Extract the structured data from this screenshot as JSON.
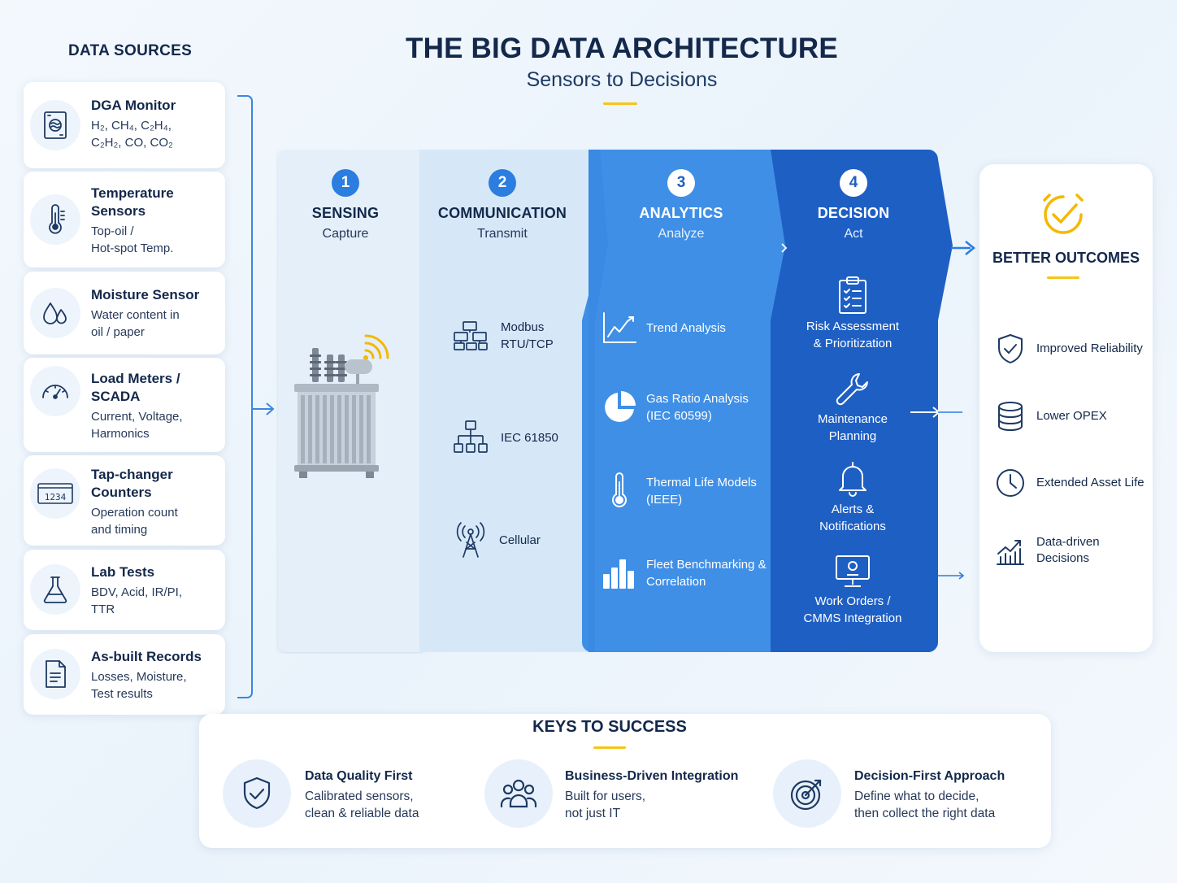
{
  "title": "THE BIG DATA ARCHITECTURE",
  "subtitle": "Sensors to Decisions",
  "colors": {
    "navy": "#13284a",
    "gold": "#f5c518",
    "sensing_bg": "#e4eff9",
    "communication_bg": "#d6e8f8",
    "analytics_bg": "#3f8fe6",
    "decision_bg": "#1e5fc4",
    "accent_blue": "#2b7de0"
  },
  "data_sources": {
    "title": "DATA SOURCES",
    "items": [
      {
        "icon": "dga-monitor-icon",
        "title": "DGA Monitor",
        "desc_line1": "H₂, CH₄, C₂H₄,",
        "desc_line2": "C₂H₂, CO, CO₂"
      },
      {
        "icon": "thermometer-icon",
        "title_line1": "Temperature",
        "title_line2": "Sensors",
        "desc_line1": "Top-oil /",
        "desc_line2": "Hot-spot Temp."
      },
      {
        "icon": "water-drops-icon",
        "title": "Moisture Sensor",
        "desc_line1": "Water content in",
        "desc_line2": "oil / paper"
      },
      {
        "icon": "gauge-icon",
        "title_line1": "Load Meters /",
        "title_line2": "SCADA",
        "desc_line1": "Current, Voltage,",
        "desc_line2": "Harmonics"
      },
      {
        "icon": "counter-icon",
        "counter_text": "1234",
        "title_line1": "Tap-changer",
        "title_line2": "Counters",
        "desc_line1": "Operation count",
        "desc_line2": "and timing"
      },
      {
        "icon": "flask-icon",
        "title": "Lab Tests",
        "desc_line1": "BDV, Acid, IR/PI,",
        "desc_line2": "TTR"
      },
      {
        "icon": "document-icon",
        "title": "As-built Records",
        "desc_line1": "Losses, Moisture,",
        "desc_line2": "Test results"
      }
    ]
  },
  "stages": [
    {
      "number": "1",
      "title": "SENSING",
      "subtitle": "Capture",
      "image": "transformer-with-wireless-signal"
    },
    {
      "number": "2",
      "title": "COMMUNICATION",
      "subtitle": "Transmit",
      "items": [
        {
          "icon": "network-modules-icon",
          "line1": "Modbus",
          "line2": "RTU/TCP"
        },
        {
          "icon": "hierarchy-icon",
          "line1": "IEC 61850"
        },
        {
          "icon": "antenna-tower-icon",
          "line1": "Cellular"
        }
      ]
    },
    {
      "number": "3",
      "title": "ANALYTICS",
      "subtitle": "Analyze",
      "items": [
        {
          "icon": "line-chart-icon",
          "line1": "Trend Analysis"
        },
        {
          "icon": "pie-chart-icon",
          "line1": "Gas Ratio Analysis",
          "line2": "(IEC 60599)"
        },
        {
          "icon": "thermometer-icon",
          "line1": "Thermal Life Models",
          "line2": "(IEEE)"
        },
        {
          "icon": "bar-chart-icon",
          "line1": "Fleet Benchmarking &",
          "line2": "Correlation"
        }
      ]
    },
    {
      "number": "4",
      "title": "DECISION",
      "subtitle": "Act",
      "items": [
        {
          "icon": "clipboard-checklist-icon",
          "line1": "Risk Assessment",
          "line2": "& Prioritization"
        },
        {
          "icon": "wrench-icon",
          "line1": "Maintenance",
          "line2": "Planning"
        },
        {
          "icon": "bell-icon",
          "line1": "Alerts &",
          "line2": "Notifications"
        },
        {
          "icon": "monitor-icon",
          "line1": "Work Orders /",
          "line2": "CMMS Integration"
        }
      ]
    }
  ],
  "outcomes": {
    "title": "BETTER OUTCOMES",
    "icon": "check-badge-icon",
    "items": [
      {
        "icon": "shield-check-icon",
        "line1": "Improved Reliability"
      },
      {
        "icon": "coin-stack-icon",
        "line1": "Lower OPEX"
      },
      {
        "icon": "clock-icon",
        "line1": "Extended Asset Life"
      },
      {
        "icon": "growth-chart-icon",
        "line1": "Data-driven",
        "line2": "Decisions"
      }
    ]
  },
  "keys": {
    "title": "KEYS TO SUCCESS",
    "items": [
      {
        "icon": "shield-check-icon",
        "title": "Data Quality First",
        "desc_line1": "Calibrated sensors,",
        "desc_line2": "clean & reliable data"
      },
      {
        "icon": "team-icon",
        "title": "Business-Driven Integration",
        "desc_line1": "Built for users,",
        "desc_line2": "not just IT"
      },
      {
        "icon": "target-icon",
        "title": "Decision-First Approach",
        "desc_line1": "Define what to decide,",
        "desc_line2": "then collect the right data"
      }
    ]
  }
}
